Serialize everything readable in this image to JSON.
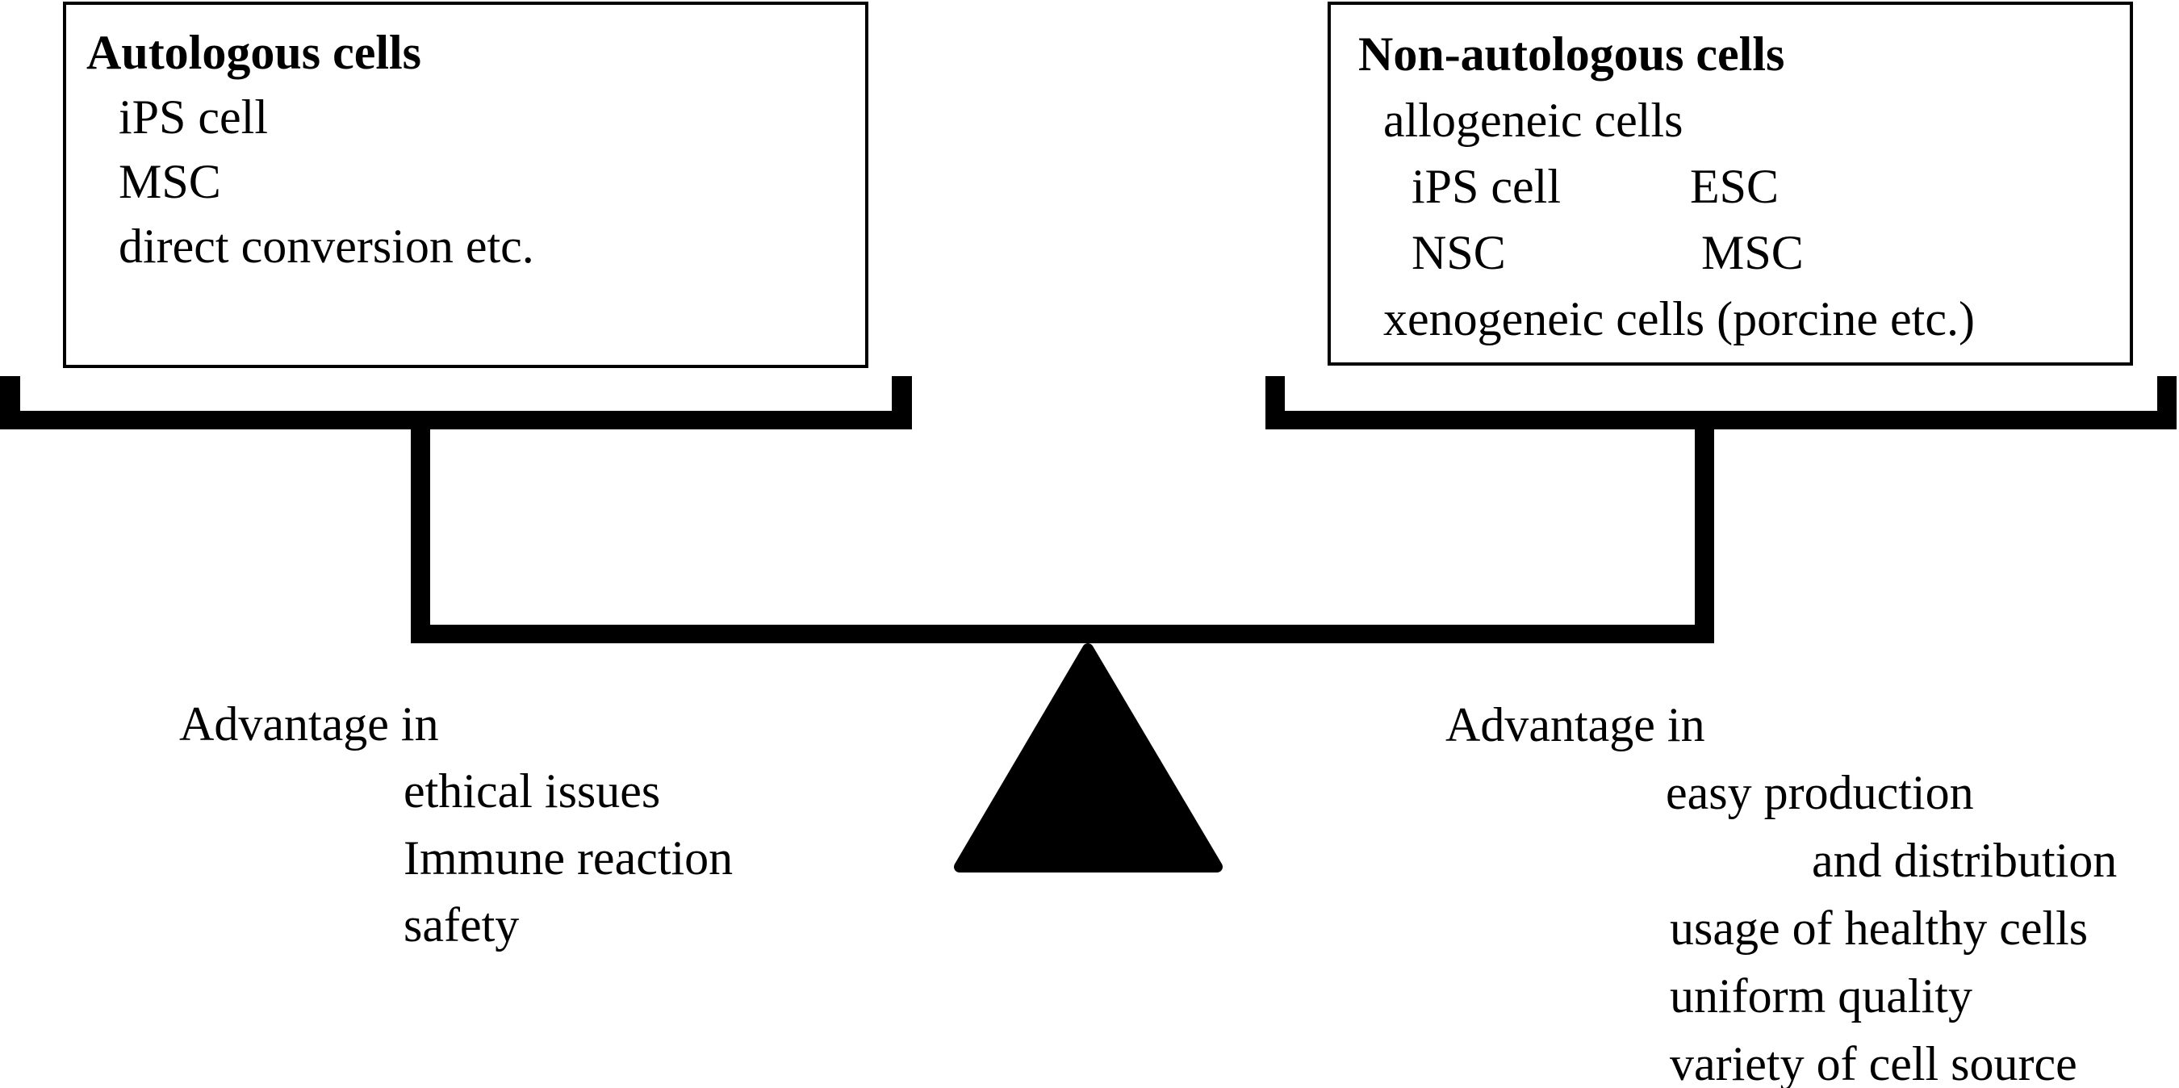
{
  "figure": {
    "background": "#ffffff",
    "ink": "#000000"
  },
  "left_pan": {
    "box": {
      "title": "Autologous cells",
      "items": [
        "iPS cell",
        "MSC",
        "direct conversion etc."
      ]
    },
    "advantages": {
      "heading": "Advantage in",
      "items": [
        "ethical issues",
        "Immune reaction",
        "safety"
      ]
    }
  },
  "right_pan": {
    "box": {
      "title": "Non-autologous cells",
      "subtitle": "allogeneic cells",
      "pairs": [
        {
          "left": "iPS cell",
          "right": "ESC"
        },
        {
          "left": "NSC",
          "right": "MSC"
        }
      ],
      "footer": "xenogeneic cells (porcine etc.)"
    },
    "advantages": {
      "heading": "Advantage in",
      "items": [
        "easy production",
        "and distribution",
        "usage of healthy cells",
        "uniform quality",
        "variety of cell source"
      ]
    }
  }
}
